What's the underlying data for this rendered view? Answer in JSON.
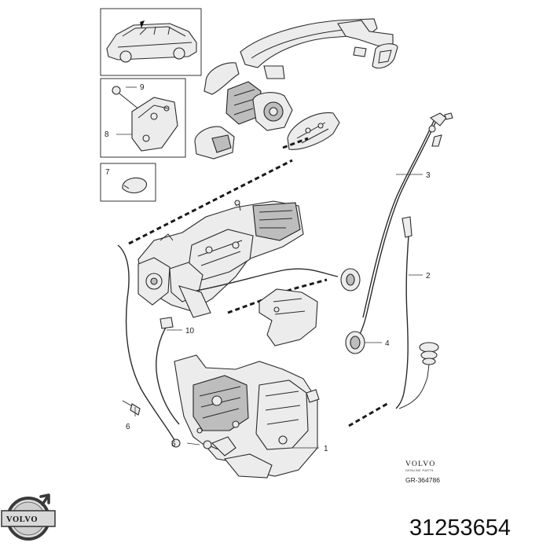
{
  "callouts": {
    "c1": "1",
    "c2": "2",
    "c3": "3",
    "c4": "4",
    "c5": "5",
    "c6": "6",
    "c7": "7",
    "c8": "8",
    "c9": "9",
    "c10": "10"
  },
  "brand_block": {
    "brand": "VOLVO",
    "subtitle": "GENUINE PARTS",
    "reference": "GR-364786"
  },
  "logo": {
    "text": "VOLVO",
    "icon": "volvo-iron-mark-icon"
  },
  "part_number": "31253654",
  "colors": {
    "line": "#2a2a2a",
    "part_fill": "#ececec",
    "background": "#ffffff"
  }
}
